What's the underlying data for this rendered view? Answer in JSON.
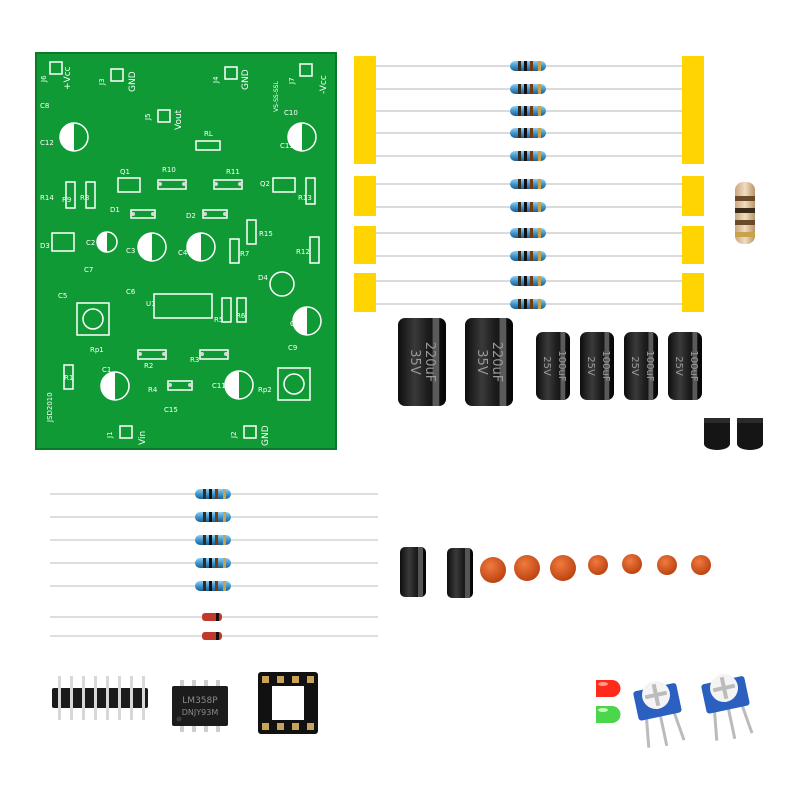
{
  "pcb": {
    "board_text": "JSD2010",
    "top_label": "VS-SS-SSL",
    "connectors": [
      {
        "ref": "J6",
        "net": "+Vcc"
      },
      {
        "ref": "J3",
        "net": "GND"
      },
      {
        "ref": "J4",
        "net": "GND"
      },
      {
        "ref": "J7",
        "net": "-Vcc"
      },
      {
        "ref": "J5",
        "net": "Vout"
      },
      {
        "ref": "J1",
        "net": "Vin"
      },
      {
        "ref": "J2",
        "net": "GND"
      }
    ],
    "refs": [
      "C8",
      "C10",
      "C12",
      "C13",
      "RL",
      "R10",
      "R11",
      "Q1",
      "Q2",
      "R14",
      "R9",
      "R8",
      "D1",
      "D2",
      "R13",
      "D3",
      "C2",
      "C3",
      "C4",
      "R7",
      "R15",
      "R12",
      "C7",
      "D4",
      "C5",
      "C6",
      "U1",
      "R5",
      "R6",
      "C14",
      "Rp1",
      "C9",
      "R1",
      "C1",
      "R2",
      "R3",
      "C11",
      "R4",
      "C15",
      "Rp2"
    ]
  },
  "components": {
    "capacitor_labels": [
      {
        "voltage": "35V",
        "value": "220uF"
      },
      {
        "voltage": "35V",
        "value": "220uF"
      },
      {
        "voltage": "25V",
        "value": "100uF"
      },
      {
        "voltage": "25V",
        "value": "100uF"
      },
      {
        "voltage": "25V",
        "value": "100uF"
      },
      {
        "voltage": "25V",
        "value": "100uF"
      }
    ],
    "ic_marking_line1": "LM358P",
    "ic_marking_line2": "DNJY93M"
  },
  "colors": {
    "pcb_green": "#109a35",
    "tape_yellow": "#ffd400",
    "resistor_blue": "#4aa3d8",
    "capacitor_black": "#1a1a1a",
    "ceramic_orange": "#d9531e",
    "led_red": "#ff2a1a",
    "led_green": "#4cd64c",
    "trimmer_blue": "#2b5fc0"
  }
}
